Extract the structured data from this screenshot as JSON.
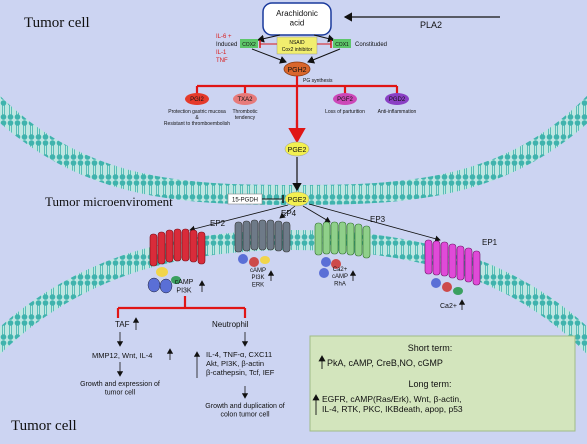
{
  "top_cell": {
    "title": "Tumor cell",
    "arachidonic": "Arachidonic\nacid",
    "pla2": "PLA2",
    "induced": "Induced",
    "il6": "IL-6 +",
    "il1": "IL-1",
    "tnf": "TNF",
    "cox2": "COX2",
    "cox1": "COX1",
    "constituted": "Constituded",
    "nsaid": "NSAID",
    "cox2_inhibitor": "Cox2 inhibitor",
    "pgh2": "PGH2",
    "pg_synthesis": "PG synthesis",
    "prostanoids": [
      {
        "name": "PGI2",
        "desc": "Protection gastric mucosa\n&\nResistant to thromboembolish"
      },
      {
        "name": "TXA2",
        "desc": "Thrombotic\ntendency"
      },
      {
        "name": "PGF2",
        "desc": "Loss of parturition"
      },
      {
        "name": "PGD2",
        "desc": "Anti-inflammation"
      }
    ],
    "pge2": "PGE2"
  },
  "micro": {
    "title": "Tumor microenviroment",
    "pgdh": "15-PGDH",
    "pge2": "PGE2"
  },
  "receptors": {
    "ep2": "EP2",
    "ep4": "EP4",
    "ep3": "EP3",
    "ep1": "EP1",
    "ep2_signal": "cAMP\nPI3K",
    "ep4_signal": "cAMP\nPI3K\nERK",
    "ep3_signal": "Ca2+\ncAMP\nRhA",
    "ep1_signal": "Ca2+"
  },
  "bottom_cell": {
    "title": "Tumor cell",
    "taf": "TAF",
    "neutrophil": "Neutrophil",
    "taf_targets": "MMP12, Wnt, IL-4",
    "taf_result": "Growth and expression of\ntumor cell",
    "neu_targets": "IL-4, TNF-α, CXC11\nAkt, PI3K, β-actin\nβ-cathepsin, Tcf, IEF",
    "neu_result": "Growth and duplication of\ncolon tumor cell"
  },
  "box": {
    "short_title": "Short term:",
    "short_items": "PkA, cAMP, CreB,NO, cGMP",
    "long_title": "Long term:",
    "long_items": "EGFR, cAMP(Ras/Erk), Wnt, β-actin,\nIL-4, RTK, PKC, IKBdeath, apop, p53"
  },
  "colors": {
    "background": "#ccd4f2",
    "membrane": "#3fb3ad",
    "pathway_red": "#e01515",
    "pge2_yellow": "#f3f050",
    "pgh2_orange": "#d9662c",
    "box_fill": "#d3e5bd"
  }
}
